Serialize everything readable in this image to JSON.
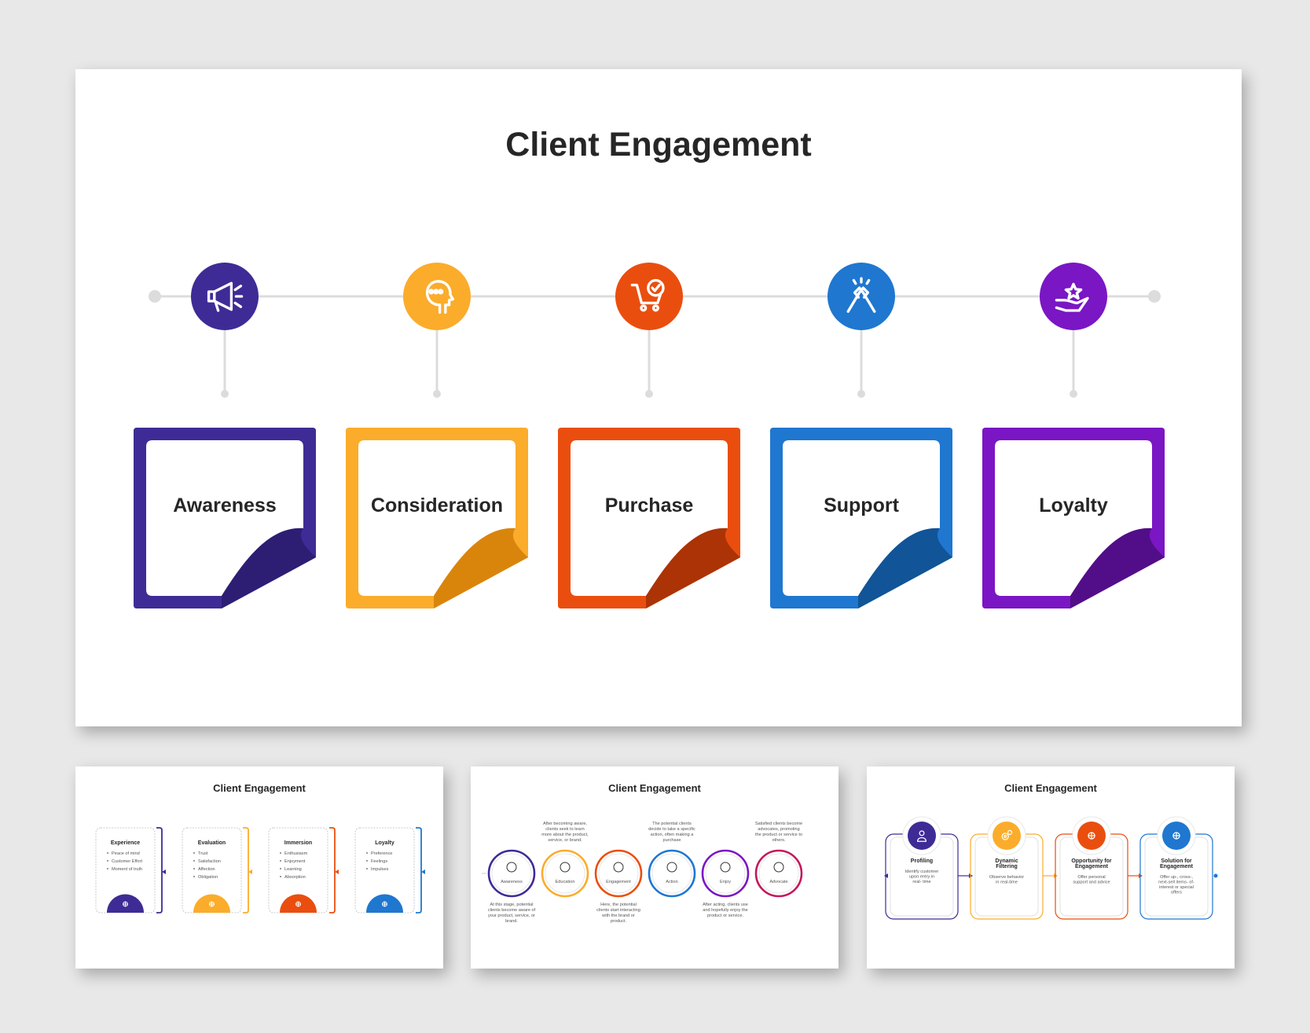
{
  "main": {
    "title": "Client Engagement",
    "stages": [
      {
        "label": "Awareness",
        "color": "#3f2b96",
        "dark": "#2d1e74",
        "icon": "megaphone-icon"
      },
      {
        "label": "Consideration",
        "color": "#fbac2b",
        "dark": "#d9850c",
        "icon": "thinking-head-icon"
      },
      {
        "label": "Purchase",
        "color": "#ea4e0e",
        "dark": "#ac3306",
        "icon": "cart-check-icon"
      },
      {
        "label": "Support",
        "color": "#1f77d0",
        "dark": "#115497",
        "icon": "handshake-icon"
      },
      {
        "label": "Loyalty",
        "color": "#7a16c4",
        "dark": "#520e88",
        "icon": "hand-star-icon"
      }
    ]
  },
  "thumb1": {
    "title": "Client Engagement",
    "cards": [
      {
        "heading": "Experience",
        "bullets": [
          "Peace of mind",
          "Customer Effort",
          "Moment of truth"
        ],
        "color": "#3f2b96",
        "icon": "people-network-icon"
      },
      {
        "heading": "Evaluation",
        "bullets": [
          "Trust",
          "Satisfaction",
          "Affection",
          "Obligation"
        ],
        "color": "#fbac2b",
        "icon": "checklist-icon"
      },
      {
        "heading": "Immersion",
        "bullets": [
          "Enthusiasm",
          "Enjoyment",
          "Learning",
          "Absorption"
        ],
        "color": "#ea4e0e",
        "icon": "cube-network-icon"
      },
      {
        "heading": "Loyalty",
        "bullets": [
          "Preference",
          "Feelings",
          "Impulses"
        ],
        "color": "#1f77d0",
        "icon": "hand-heart-icon"
      }
    ]
  },
  "thumb2": {
    "title": "Client Engagement",
    "steps": [
      {
        "label": "Awareness",
        "color": "#3f2b96",
        "text": [
          "At this stage, potential",
          "clients become aware of",
          "your product, service, or",
          "brand."
        ],
        "icon": "megaphone-icon"
      },
      {
        "label": "Education",
        "color": "#fbac2b",
        "text": [
          "After becoming aware,",
          "clients seek to learn",
          "more about the product,",
          "service, or brand."
        ],
        "icon": "graduation-cap-icon"
      },
      {
        "label": "Engagement",
        "color": "#ea4e0e",
        "text": [
          "Here, the potential",
          "clients start interacting",
          "with the brand or",
          "product."
        ],
        "icon": "group-icon"
      },
      {
        "label": "Action",
        "color": "#1f77d0",
        "text": [
          "The potential clients",
          "decide to take a specific",
          "action, often making a",
          "purchase"
        ],
        "icon": "pointer-hand-icon"
      },
      {
        "label": "Enjoy",
        "color": "#7a16c4",
        "text": [
          "After acting, clients use",
          "and hopefully enjoy the",
          "product or service."
        ],
        "icon": "celebration-icon"
      },
      {
        "label": "Advocate",
        "color": "#c2185b",
        "text": [
          "Satisfied clients become",
          "advocates, promoting",
          "the product or service to",
          "others."
        ],
        "icon": "megaphone-icon"
      }
    ]
  },
  "thumb3": {
    "title": "Client Engagement",
    "cards": [
      {
        "heading": [
          "Profiling"
        ],
        "text": [
          "Identify customer",
          "upon entry in",
          "real- time"
        ],
        "color": "#3f2b96",
        "icon": "user-icon"
      },
      {
        "heading": [
          "Dynamic",
          "Filtering"
        ],
        "text": [
          "Observe behavior",
          "in real-time"
        ],
        "color": "#fbac2b",
        "icon": "gears-icon"
      },
      {
        "heading": [
          "Opportunity for",
          "Engagement"
        ],
        "text": [
          "Offer personal",
          "support and advice"
        ],
        "color": "#ea4e0e",
        "icon": "hand-plant-icon"
      },
      {
        "heading": [
          "Solution for",
          "Engagement"
        ],
        "text": [
          "Offer up-, cross-,",
          "next-sell items- of-",
          "interest or special",
          "offers"
        ],
        "color": "#1f77d0",
        "icon": "hand-coin-icon"
      }
    ]
  }
}
